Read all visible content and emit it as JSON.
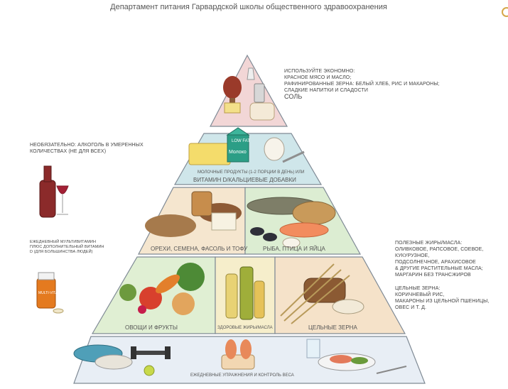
{
  "header": "Департамент питания Гарвардской школы общественного здравоохранения",
  "top_note": {
    "line1": "ИСПОЛЬЗУЙТЕ ЭКОНОМНО:",
    "line2": "КРАСНОЕ МЯСО И МАСЛО;",
    "line3": "РАФИНИРОВАННЫЕ ЗЕРНА: БЕЛЫЙ ХЛЕБ, РИС И МАКАРОНЫ;",
    "line4": "СЛАДКИЕ НАПИТКИ И СЛАДОСТИ",
    "line5": "СОЛЬ"
  },
  "alcohol_note": {
    "line1": "НЕОБЯЗАТЕЛЬНО: АЛКОГОЛЬ В УМЕРЕННЫХ",
    "line2": "КОЛИЧЕСТВАХ (Не для всех)"
  },
  "vitamin_note": {
    "line1": "ЕЖЕДНЕВНЫЙ МУЛЬТИВИТАМИН",
    "line2": "ПЛЮС ДОПОЛНИТЕЛЬНЫЙ ВИТАМИН",
    "line3": "D (Для большинства людей)"
  },
  "fats_note": {
    "line1": "ПОЛЕЗНЫЕ ЖИРЫ/МАСЛА:",
    "line2": "ОЛИВКОВОЕ, РАПСОВОЕ, СОЕВОЕ, КУКУРУЗНОЕ,",
    "line3": "ПОДСОЛНЕЧНОЕ, АРАХИСОВОЕ",
    "line4": "& ДРУГИЕ РАСТИТЕЛЬНЫЕ МАСЛА;",
    "line5": "МАРГАРИН БЕЗ ТРАНСЖИРОВ"
  },
  "grains_note": {
    "line1": "ЦЕЛЬНЫЕ ЗЕРНА:",
    "line2": "КОРИЧНЕВЫЙ РИС,",
    "line3": "МАКАРОНЫ ИЗ ЦЕЛЬНОЙ ПШЕНИЦЫ,",
    "line4": "ОВЕС И Т. Д."
  },
  "tiers": {
    "dairy_small": "МОЛОЧНЫЕ ПРОДУКТЫ (1-2 порции в день) ИЛИ",
    "dairy": "ВИТАМИН D/КАЛЬЦИЕВЫЕ ДОБАВКИ",
    "nuts": "ОРЕХИ, СЕМЕНА, ФАСОЛЬ и ТОФУ",
    "fish": "РЫБА, ПТИЦА и ЯЙЦА",
    "veg": "ОВОЩИ И ФРУКТЫ",
    "oils": "ЗДОРОВЫЕ ЖИРЫ/МАСЛА",
    "grains": "ЦЕЛЬНЫЕ ЗЕРНА",
    "exercise": "ЕЖЕДНЕВНЫЕ УПРАЖНЕНИЯ И КОНТРОЛЬ ВЕСА"
  },
  "packages": {
    "milk_carton": "Молоко",
    "low_fat": "LOW FAT",
    "vitamin_bottle": "MULTI-VITAMIN"
  },
  "colors": {
    "top": "#f2d6d6",
    "dairy": "#cfe6ea",
    "protein_left": "#f5e6cf",
    "protein_right": "#dcedd2",
    "veg": "#e0efd3",
    "oils": "#f6eecb",
    "grains": "#f5e2c9",
    "base": "#e8eef5",
    "outline": "#7f8a95",
    "link": "#2a66c9"
  }
}
